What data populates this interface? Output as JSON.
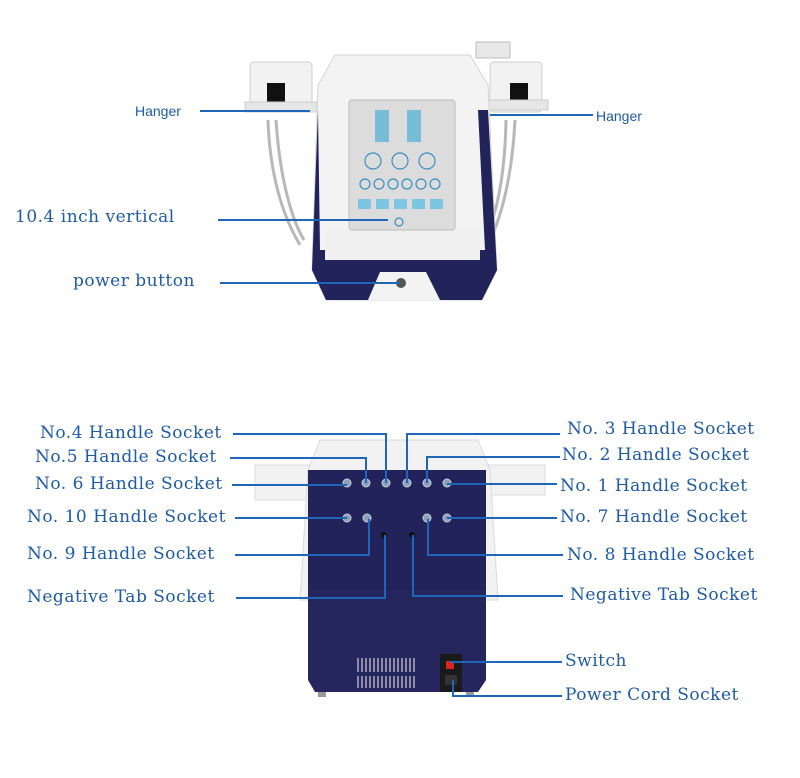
{
  "colors": {
    "label": "#1e5aa6",
    "line": "#1f66b8",
    "navy": "#23235c",
    "shell": "#eeeeee"
  },
  "front": {
    "hanger_left": "Hanger",
    "hanger_right": "Hanger",
    "screen": "10.4 inch vertical",
    "power": "power button"
  },
  "back": {
    "no4": "No.4 Handle Socket",
    "no5": "No.5 Handle Socket",
    "no6": "No. 6 Handle Socket",
    "no10": "No. 10 Handle Socket",
    "no9": "No. 9 Handle Socket",
    "neg_left": "Negative Tab Socket",
    "no3": "No. 3 Handle Socket",
    "no2": "No. 2 Handle Socket",
    "no1": "No. 1 Handle Socket",
    "no7": "No. 7 Handle Socket",
    "no8": "No. 8 Handle Socket",
    "neg_right": "Negative Tab Socket",
    "switch": "Switch",
    "power_cord": "Power Cord Socket"
  }
}
